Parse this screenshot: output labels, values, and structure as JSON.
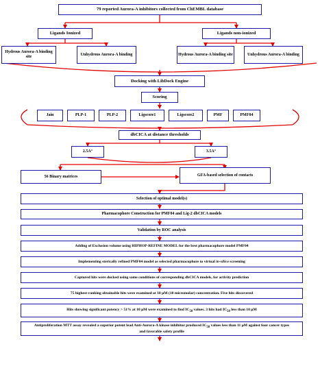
{
  "colors": {
    "border": "#1a1aa6",
    "arrow": "#e00000",
    "text": "#000000"
  },
  "nodes": {
    "collect": "79 reported Aurora-A inhibitors collected from ChEMBL database",
    "ionized": "Ligands Ionized",
    "nonionized": "Ligands non-ionized",
    "hyd_ion": "Hydrous Aurora-A binding site",
    "unhyd_ion": "Unhydrous Aurora-A binding",
    "hyd_non": "Hydrous Aurora-A binding site",
    "unhyd_non": "Unhydrous Aurora-A binding",
    "docking": "Docking with LibDock Engine",
    "scoring": "Scoring",
    "score_functions": [
      "Jain",
      "PLP-1",
      "PLP-2",
      "Ligscore1",
      "Ligscore2",
      "PMF",
      "PMF04"
    ],
    "dbcica": "dbCICA at distance thresholds",
    "t25": "2.5A°",
    "t35": "3.5A°",
    "binary": "56 Binary matrices",
    "gfa": "GFA-based selection of contacts",
    "steps": [
      "Selection of optimal model(s)",
      "Pharmacophore Construction for PMF04 and Lig-2 dbCICA models",
      "Validation by ROC analysis",
      "Adding of Exclusion volume using HIPHOP-REFINE MODEL for the best pharmacophore model PMF04",
      "Captured hits were docked using same conditions of corresponding dbCICA models, for activity prediction",
      "75 highest-ranking obtainable hits were examined at 10 μM (10 micromolar) concentration. Five hits discovered"
    ],
    "virtual_step": {
      "pre": "Implementing sterically refined PMF04 model as selected pharmacophore to virtual ",
      "italic": "in-silico",
      "post": " screening"
    },
    "ic50_step": {
      "a": "Hits showing significant potency > 51% at 10 μM were examined to find IC",
      "sub1": "50",
      "b": " values. 3 hits had IC",
      "sub2": "50",
      "c": " less than 10 μM"
    },
    "final_step": {
      "a": "Antiproliferation MTT assay revealed a superior potent lead Anti-Aurora-A kinase inhibitor produced IC",
      "sub": "50",
      "b": " values less than 11 μM against four cancer types and favorable safety profile"
    }
  }
}
